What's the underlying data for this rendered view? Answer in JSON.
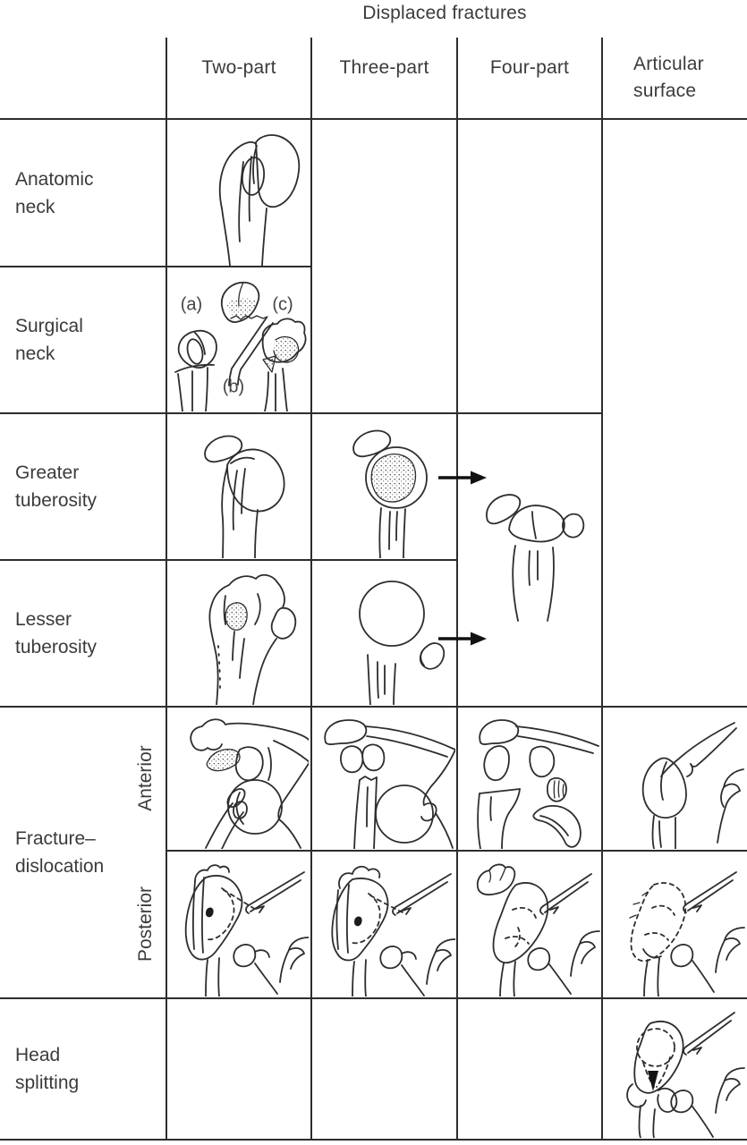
{
  "title": "Displaced fractures",
  "columns": [
    {
      "label": "Two-part"
    },
    {
      "label": "Three-part"
    },
    {
      "label": "Four-part"
    },
    {
      "label": "Articular surface"
    }
  ],
  "rows": [
    {
      "label": "Anatomic neck"
    },
    {
      "label": "Surgical neck"
    },
    {
      "label": "Greater tuberosity"
    },
    {
      "label": "Lesser tuberosity"
    },
    {
      "label": "Fracture–dislocation",
      "sub_rows": [
        {
          "label": "Anterior"
        },
        {
          "label": "Posterior"
        }
      ]
    },
    {
      "label": "Head splitting"
    }
  ],
  "surgical_neck_labels": {
    "a": "(a)",
    "b": "(b)",
    "c": "(c)"
  },
  "colors": {
    "line": "#2d2d2d",
    "text": "#3b3b3b",
    "background": "#ffffff",
    "arrow": "#111111"
  }
}
